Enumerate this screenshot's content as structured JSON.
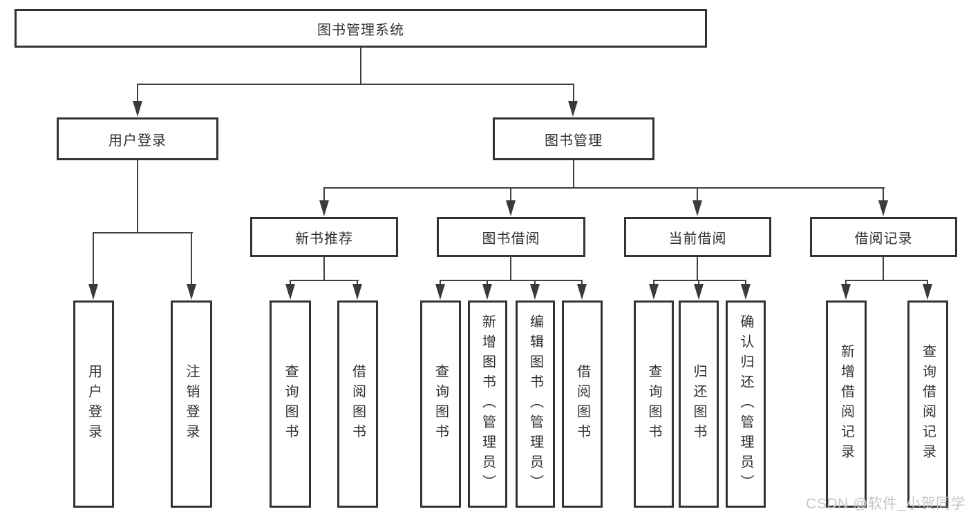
{
  "colors": {
    "box_border": "#333333",
    "connector_line": "#3f3f3f",
    "text": "#303030",
    "box_fill": "#ffffff",
    "background": "#ffffff",
    "watermark_text_color": "#c6c6c6"
  },
  "nodes": {
    "root": "图书管理系统",
    "user_login": "用户登录",
    "book_mgmt": "图书管理",
    "new_book_rec": "新书推荐",
    "book_borrow": "图书借阅",
    "current_borrow": "当前借阅",
    "borrow_records": "借阅记录"
  },
  "leaves": [
    "用户登录",
    "注销登录",
    "查询图书",
    "借阅图书",
    "查询图书",
    "新增图书（管理员）",
    "编辑图书（管理员）",
    "借阅图书",
    "查询图书",
    "归还图书",
    "确认归还（管理员）",
    "新增借阅记录",
    "查询借阅记录"
  ],
  "watermark": "CSDN @软件_小贺同学"
}
